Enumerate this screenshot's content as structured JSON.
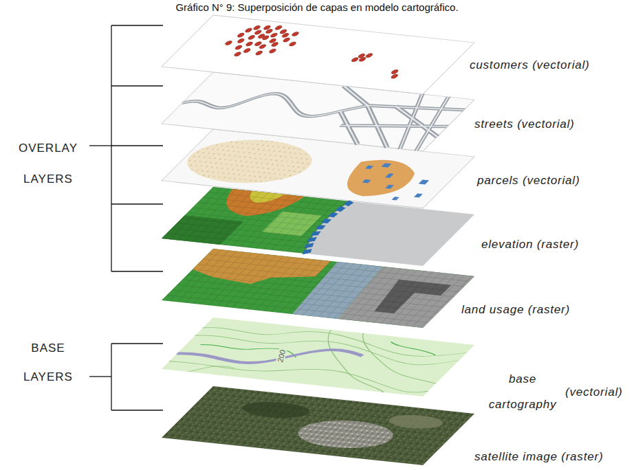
{
  "diagram": {
    "title": "Gráfico N° 9: Superposición de capas en modelo cartográfico.",
    "labels": [
      "OVERLAY LAYERS",
      "BASE LAYERS",
      "customers (vectorial)",
      "streets (vectorial)",
      "parcels (vectorial)",
      "elevation (raster)",
      "land usage (raster)",
      "base cartography",
      "(vectorial)",
      "satellite image (raster)",
      "200"
    ]
  }
}
